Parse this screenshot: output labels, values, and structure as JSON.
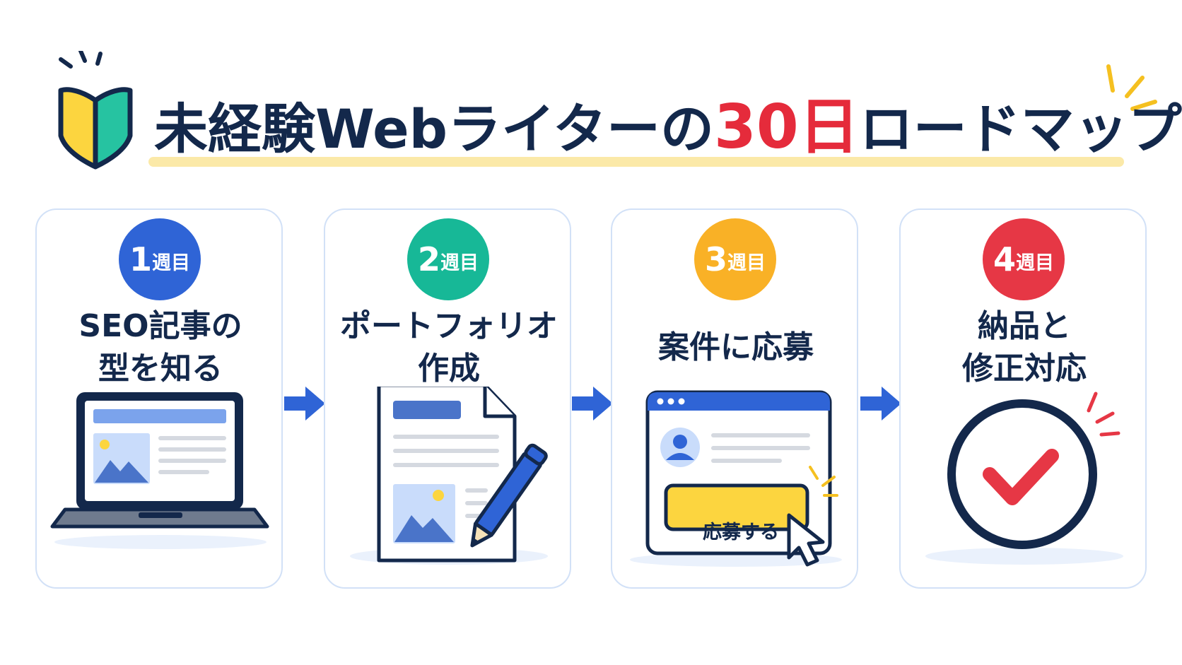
{
  "title": {
    "prefix": "未経験Webライターの",
    "accent": "30日",
    "suffix": "ロードマップ"
  },
  "steps": [
    {
      "number": "1",
      "unit": "週目",
      "title": "SEO記事の\n型を知る",
      "badge_color": "#2f64d6",
      "icon": "laptop-icon"
    },
    {
      "number": "2",
      "unit": "週目",
      "title": "ポートフォリオ\n作成",
      "badge_color": "#17b897",
      "icon": "document-pencil-icon"
    },
    {
      "number": "3",
      "unit": "週目",
      "title": "案件に応募",
      "badge_color": "#f9b126",
      "icon": "browser-apply-icon"
    },
    {
      "number": "4",
      "unit": "週目",
      "title": "納品と\n修正対応",
      "badge_color": "#e63745",
      "icon": "checkmark-circle-icon"
    }
  ],
  "apply_button_label": "応募する",
  "colors": {
    "accent_red": "#e52b3b",
    "navy": "#13284b",
    "arrow_blue": "#2f64d6",
    "card_border": "#d2e1f7",
    "underline_yellow": "#fbe9a8"
  }
}
